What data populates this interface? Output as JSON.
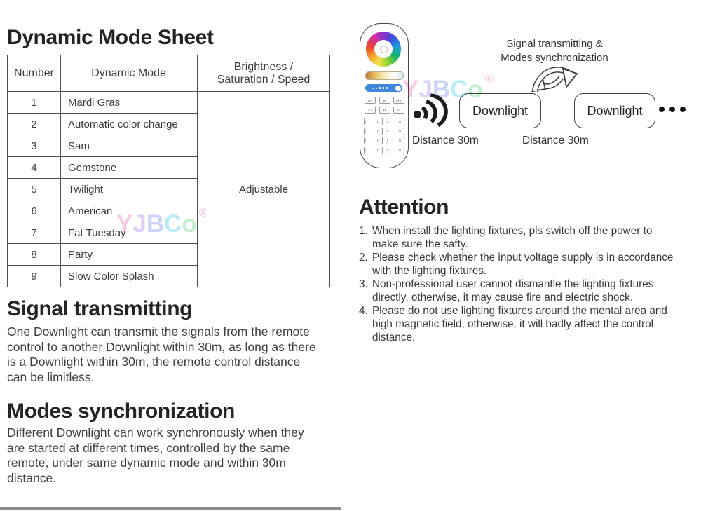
{
  "colors": {
    "ink": "#2b2b2b",
    "table_border": "#4f4f4f",
    "slider_blue": "#3f87dc",
    "divider_gray": "#8c8c8c"
  },
  "mode_sheet": {
    "title": "Dynamic Mode Sheet",
    "table": {
      "col_number": "Number",
      "col_mode": "Dynamic Mode",
      "col_adjust": "Brightness /\nSaturation / Speed",
      "rows": [
        {
          "number": "1",
          "mode": "Mardi Gras"
        },
        {
          "number": "2",
          "mode": "Automatic color change"
        },
        {
          "number": "3",
          "mode": "Sam"
        },
        {
          "number": "4",
          "mode": "Gemstone"
        },
        {
          "number": "5",
          "mode": "Twilight"
        },
        {
          "number": "6",
          "mode": "American"
        },
        {
          "number": "7",
          "mode": "Fat Tuesday"
        },
        {
          "number": "8",
          "mode": "Party"
        },
        {
          "number": "9",
          "mode": "Slow Color Splash"
        }
      ],
      "adjustable_value": "Adjustable"
    }
  },
  "signal_transmitting": {
    "title": "Signal transmitting",
    "body": "One Downlight can transmit the signals from the remote\ncontrol to another Downlight within 30m, as long as there\nis a Downlight within 30m, the remote control distance\ncan be limitless."
  },
  "modes_synchronization": {
    "title": "Modes synchronization",
    "body": "Different Downlight can work synchronously when they\nare started at different times, controlled by the same\nremote, under same dynamic mode and within 30m\ndistance."
  },
  "diagram": {
    "caption": "Signal transmitting &\nModes synchronization",
    "downlight_left": "Downlight",
    "downlight_right": "Downlight",
    "distance_left": "Distance 30m",
    "distance_right": "Distance 30m"
  },
  "remote": {
    "buttons": [
      "ON",
      "W",
      "OFF",
      "S+",
      "M",
      "S-"
    ],
    "zone_label": "I ∙ O"
  },
  "attention": {
    "title": "Attention",
    "items": [
      {
        "num": "1.",
        "text": "When install the lighting fixtures, pls switch off the power to\nmake sure the safty."
      },
      {
        "num": "2.",
        "text": "Please check whether the input voltage supply is in accordance\nwith the lighting fixtures."
      },
      {
        "num": "3.",
        "text": "Non-professional user cannot dismantle the lighting fixtures\ndirectly, otherwise, it may cause fire and electric shock."
      },
      {
        "num": "4.",
        "text": "Please do not use lighting fixtures around the mental area and\nhigh magnetic field, otherwise, it will badly affect the control\ndistance."
      }
    ]
  },
  "watermark": {
    "reg": "®",
    "reg_color": "#f2a0c8",
    "letters": [
      {
        "ch": "Y",
        "color": "#f59fd4"
      },
      {
        "ch": "J",
        "color": "#bfa6f2"
      },
      {
        "ch": "B",
        "color": "#9fb0f0"
      },
      {
        "ch": "C",
        "color": "#7fdcee"
      },
      {
        "ch": "o",
        "color": "#8fe3a8"
      }
    ]
  }
}
